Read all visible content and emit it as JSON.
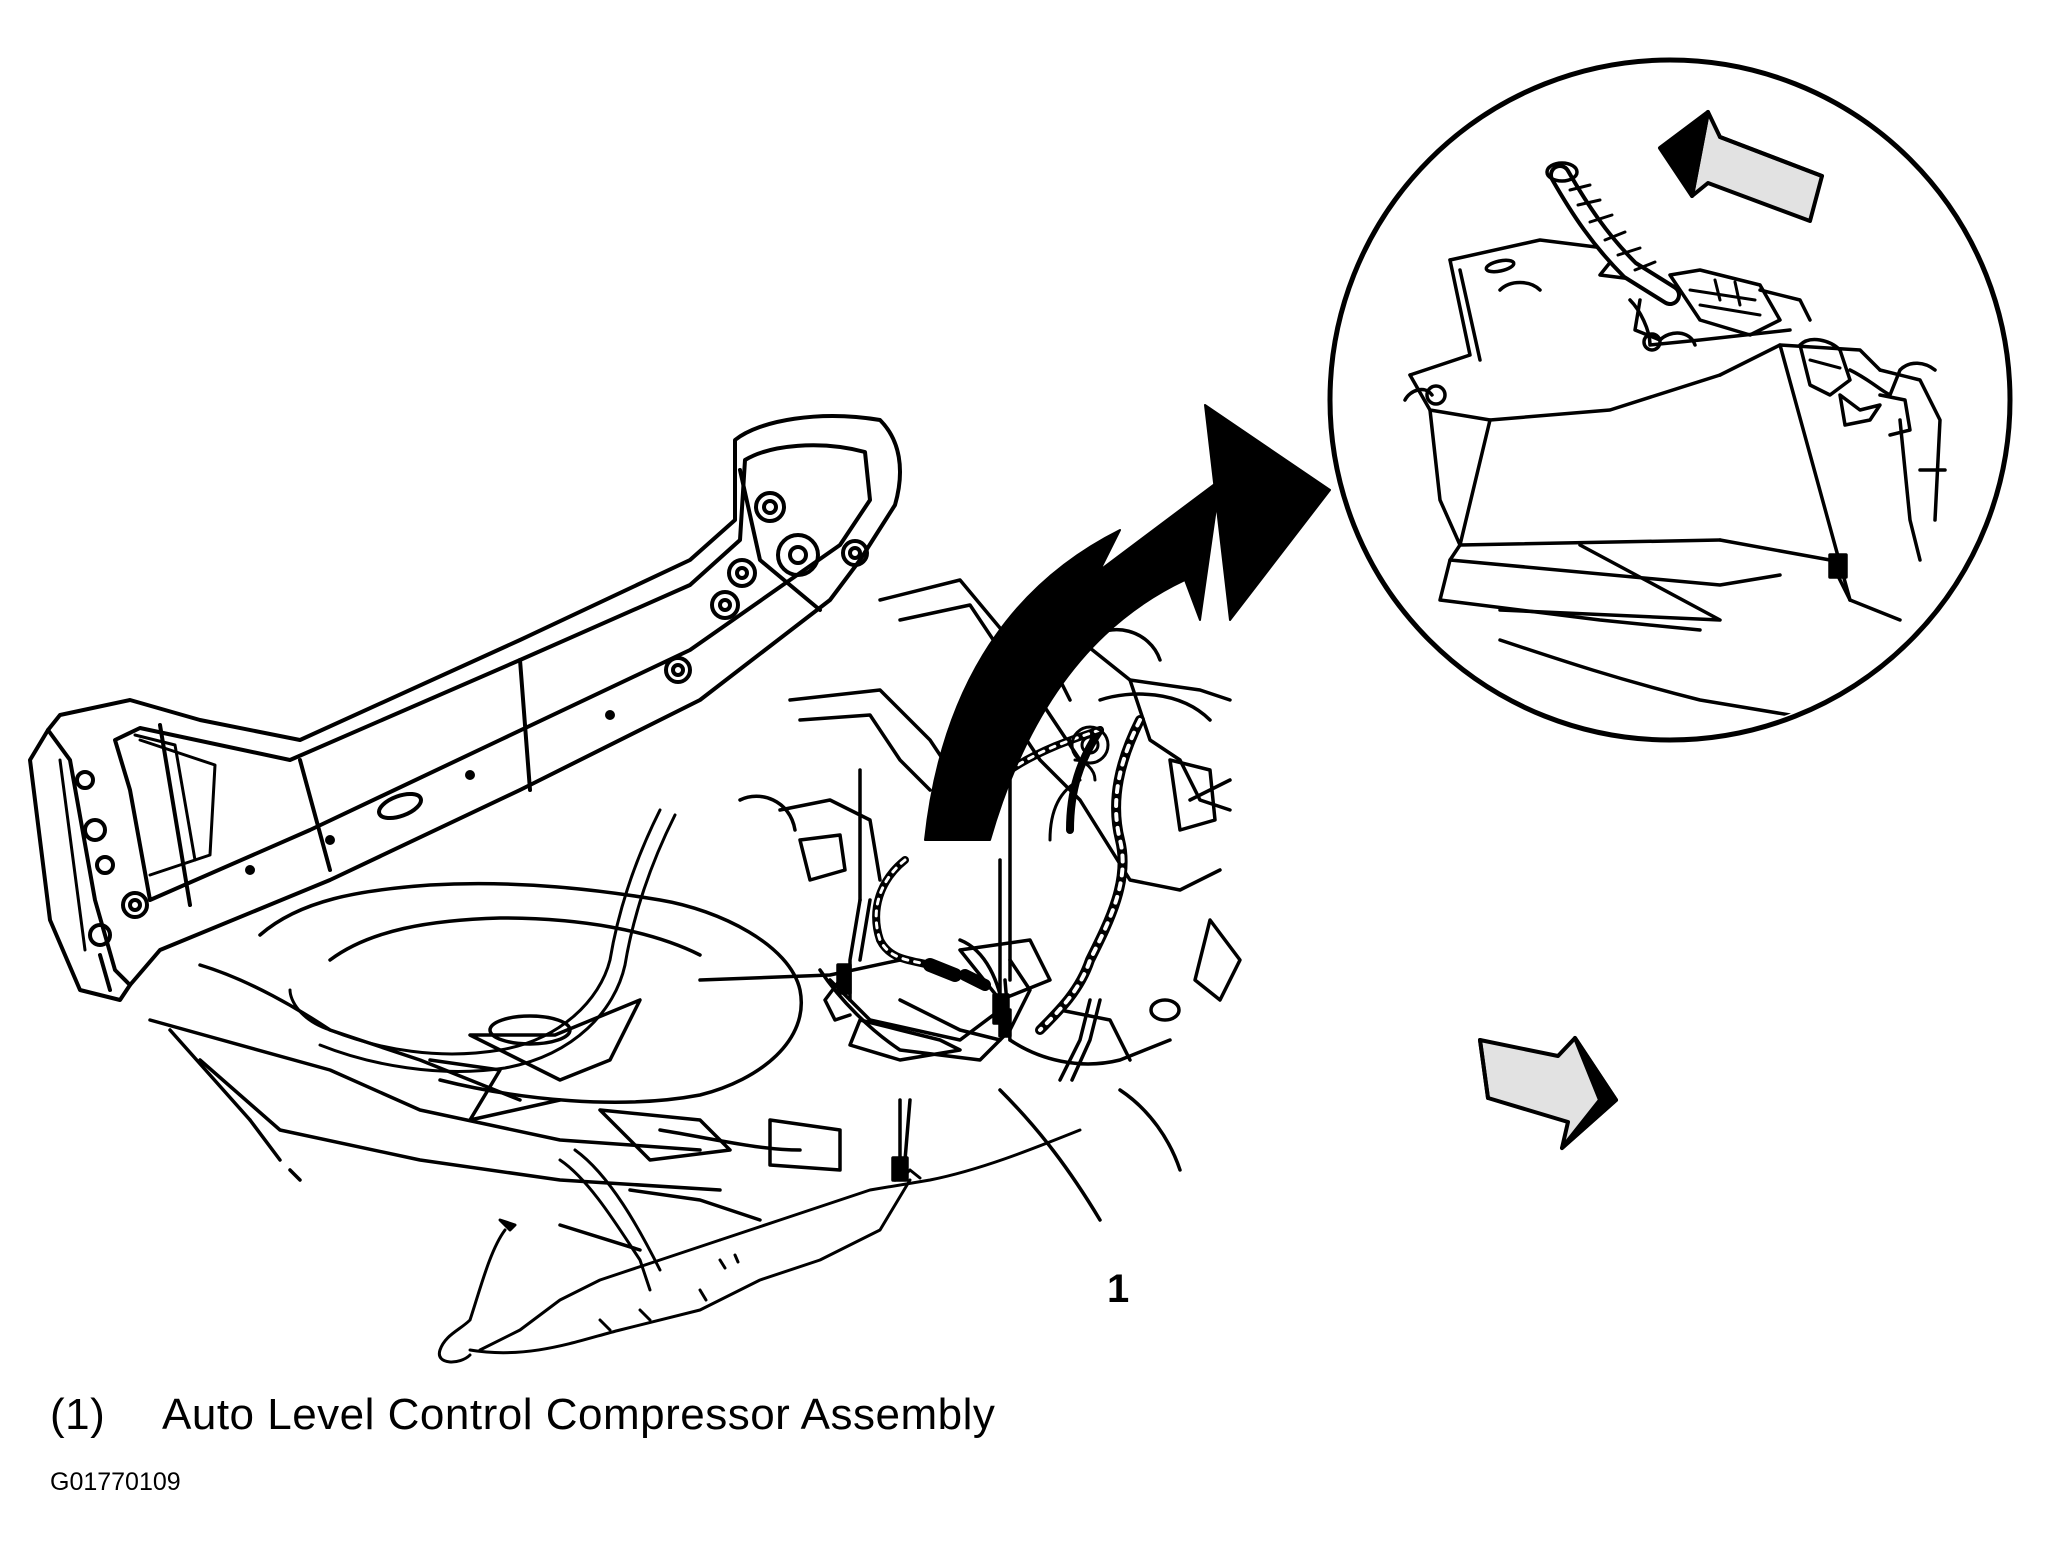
{
  "callout": {
    "number": "1"
  },
  "legend": [
    {
      "ref": "(1)",
      "label": "Auto Level Control Compressor Assembly"
    }
  ],
  "figure_code": "G01770109",
  "colors": {
    "ink": "#000000",
    "paper": "#ffffff",
    "arrow_fill": "#e2e2e2"
  },
  "icons": [
    "direction-arrow-icon",
    "detail-view-arrow-icon"
  ]
}
